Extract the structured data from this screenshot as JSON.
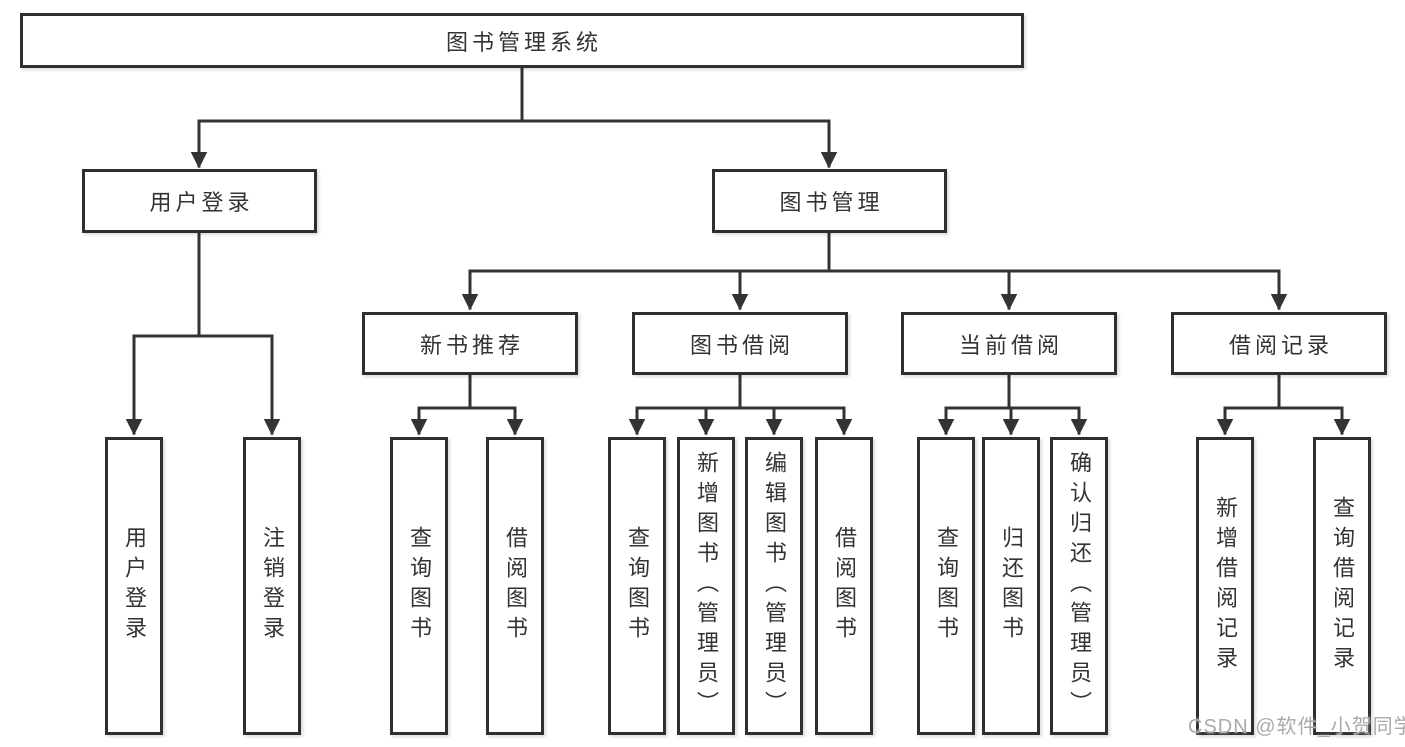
{
  "tree": {
    "root": "图书管理系统",
    "children": [
      {
        "label": "用户登录",
        "children": [
          "用户登录",
          "注销登录"
        ]
      },
      {
        "label": "图书管理",
        "children": [
          {
            "label": "新书推荐",
            "children": [
              "查询图书",
              "借阅图书"
            ]
          },
          {
            "label": "图书借阅",
            "children": [
              "查询图书",
              "新增图书（管理员）",
              "编辑图书（管理员）",
              "借阅图书"
            ]
          },
          {
            "label": "当前借阅",
            "children": [
              "查询图书",
              "归还图书",
              "确认归还（管理员）"
            ]
          },
          {
            "label": "借阅记录",
            "children": [
              "新增借阅记录",
              "查询借阅记录"
            ]
          }
        ]
      }
    ]
  },
  "watermark": {
    "text": "CSDN @软件_小贺同学"
  },
  "colors": {
    "line": "#333333",
    "box_border": "#2f2f2f",
    "box_bg": "#ffffff",
    "text": "#333333",
    "watermark": "#aaaaaa"
  }
}
